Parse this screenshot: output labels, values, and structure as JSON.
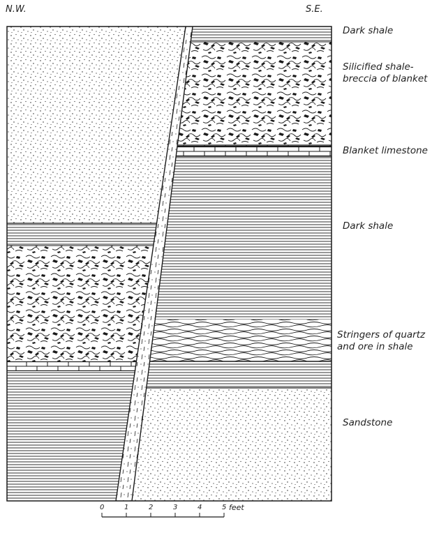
{
  "orientation": {
    "left": "N.W.",
    "right": "S.E."
  },
  "labels": {
    "dark_shale_top": "Dark shale",
    "breccia_line1": "Silicified shale-",
    "breccia_line2": "breccia of blanket",
    "blanket_limestone": "Blanket limestone",
    "dark_shale_mid": "Dark shale",
    "stringers_line1": "Stringers of quartz",
    "stringers_line2": "and ore in shale",
    "sandstone": "Sandstone"
  },
  "scale": {
    "ticks": [
      "0",
      "1",
      "2",
      "3",
      "4",
      "5"
    ],
    "unit": "feet"
  },
  "colors": {
    "ink": "#1a1a1a",
    "paper": "#ffffff"
  }
}
